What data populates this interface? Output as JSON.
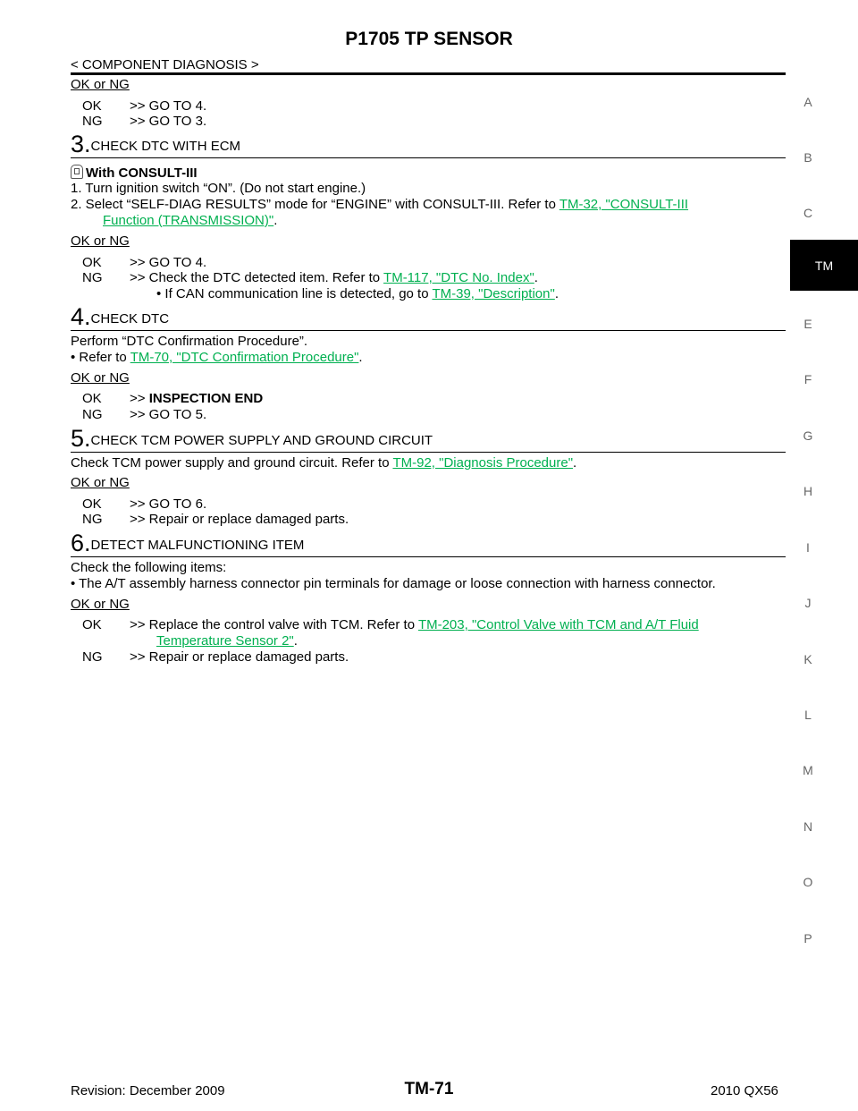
{
  "header": {
    "title": "P1705 TP SENSOR",
    "section": "< COMPONENT DIAGNOSIS >"
  },
  "side_index": {
    "letters": [
      "A",
      "B",
      "C",
      "TM",
      "E",
      "F",
      "G",
      "H",
      "I",
      "J",
      "K",
      "L",
      "M",
      "N",
      "O",
      "P"
    ],
    "active": "TM"
  },
  "content": {
    "ok_ng_1": "OK or NG",
    "r1_ok": "OK",
    "r1_ok_text": ">> GO TO 4.",
    "r1_ng": "NG",
    "r1_ng_text": ">> GO TO 3.",
    "s3_num": "3.",
    "s3_title": "CHECK DTC WITH ECM",
    "s3_with": "With CONSULT-III",
    "s3_item1": "1.  Turn ignition switch “ON”. (Do not start engine.)",
    "s3_item2_a": "2.  Select  “SELF-DIAG  RESULTS”  mode  for  “ENGINE”  with  CONSULT-III.  Refer  to ",
    "s3_link1_a": "TM-32,  \"CONSULT-III",
    "s3_link1_b": "Function (TRANSMISSION)\"",
    "ok_ng_2": "OK or NG",
    "r2_ok": "OK",
    "r2_ok_text": ">> GO TO 4.",
    "r2_ng": "NG",
    "r2_ng_text": ">>    Check the DTC detected item. Refer to ",
    "r2_link": "TM-117, \"DTC No. Index\"",
    "r2_bullet": "• If CAN communication line is detected, go to ",
    "r2_link2": "TM-39, \"Description\"",
    "s4_num": "4.",
    "s4_title": "CHECK DTC",
    "s4_text1": "Perform “DTC Confirmation Procedure”.",
    "s4_text2": "• Refer to ",
    "s4_link": "TM-70, \"DTC Confirmation Procedure\"",
    "ok_ng_3": "OK or NG",
    "r3_ok": "OK",
    "r3_ok_pre": ">> ",
    "r3_ok_text": "INSPECTION END",
    "r3_ng": "NG",
    "r3_ng_text": ">> GO TO 5.",
    "s5_num": "5.",
    "s5_title": "CHECK TCM POWER SUPPLY AND GROUND CIRCUIT",
    "s5_text": "Check TCM power supply and ground circuit. Refer to ",
    "s5_link": "TM-92, \"Diagnosis Procedure\"",
    "ok_ng_4": "OK or NG",
    "r4_ok": "OK",
    "r4_ok_text": ">> GO TO 6.",
    "r4_ng": "NG",
    "r4_ng_text": ">> Repair or replace damaged parts.",
    "s6_num": "6.",
    "s6_title": "DETECT MALFUNCTIONING ITEM",
    "s6_text1": "Check the following items:",
    "s6_text2": "• The A/T assembly harness connector pin terminals for damage or loose connection with harness connector.",
    "ok_ng_5": "OK or NG",
    "r5_ok": "OK",
    "r5_ok_text": ">> Replace  the  control  valve  with  TCM.  Refer  to ",
    "r5_link_a": "TM-203,  \"Control  Valve  with  TCM  and  A/T  Fluid",
    "r5_link_b": "Temperature Sensor 2\"",
    "r5_ng": "NG",
    "r5_ng_text": ">> Repair or replace damaged parts.",
    "period": "."
  },
  "footer": {
    "revision": "Revision: December 2009",
    "page": "TM-71",
    "model": "2010 QX56"
  },
  "colors": {
    "link": "#00b050",
    "tab_bg": "#000000"
  }
}
